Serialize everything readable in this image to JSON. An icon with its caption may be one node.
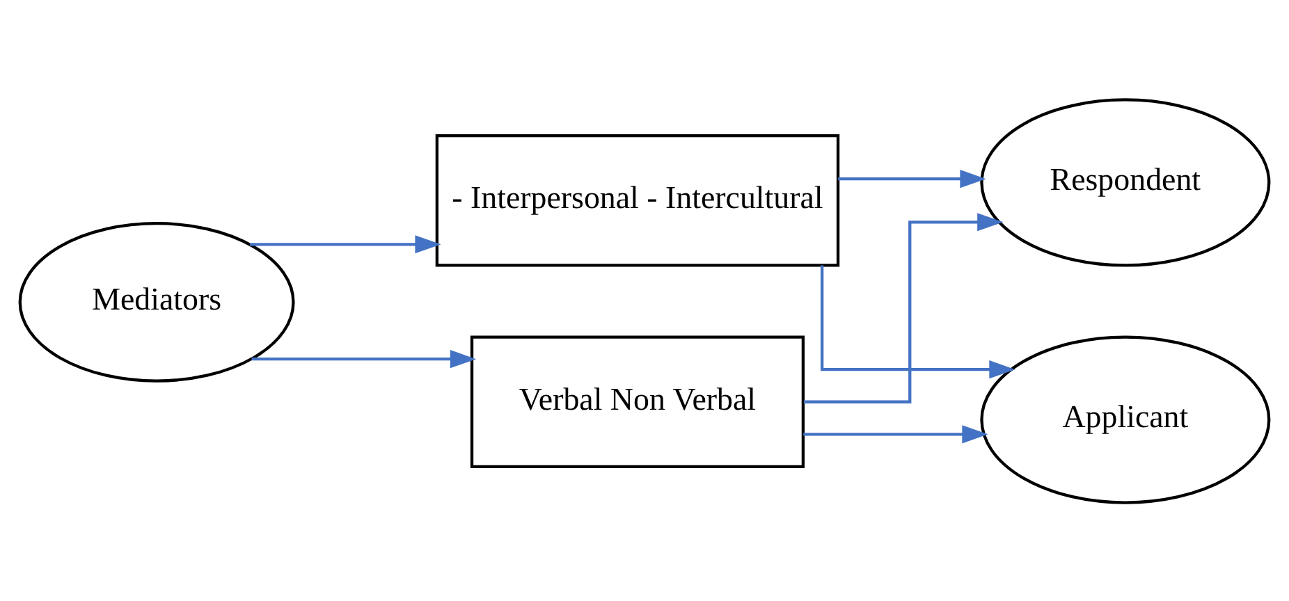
{
  "diagram": {
    "nodes": [
      {
        "text": [
          "Mediators"
        ]
      },
      {
        "text": [
          "- Interpersonal - Intercultural"
        ]
      },
      {
        "text": [
          "Verbal Non Verbal"
        ]
      },
      {
        "text": [
          "Respondent"
        ]
      },
      {
        "text": [
          "Applicant"
        ]
      }
    ],
    "edges": [
      {
        "from": 0,
        "to": 1,
        "arrow": "to"
      },
      {
        "from": 0,
        "to": 2,
        "arrow": "to"
      },
      {
        "from": 1,
        "to": 3,
        "arrow": "to"
      },
      {
        "from": 1,
        "to": 4,
        "arrow": "to"
      },
      {
        "from": 2,
        "to": 3,
        "arrow": "to"
      },
      {
        "from": 2,
        "to": 4,
        "arrow": "to"
      }
    ]
  }
}
